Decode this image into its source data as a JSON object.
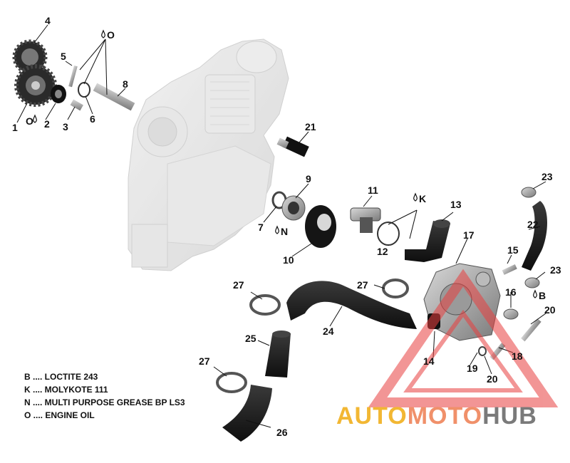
{
  "callouts": {
    "c1": "1",
    "c2": "2",
    "c3": "3",
    "c4": "4",
    "c5": "5",
    "c6": "6",
    "c7": "7",
    "c8": "8",
    "c9": "9",
    "c10": "10",
    "c11": "11",
    "c12": "12",
    "c13": "13",
    "c14": "14",
    "c15": "15",
    "c16": "16",
    "c17": "17",
    "c18": "18",
    "c19": "19",
    "c20a": "20",
    "c20b": "20",
    "c21": "21",
    "c22": "22",
    "c23a": "23",
    "c23b": "23",
    "c24": "24",
    "c25": "25",
    "c26": "26",
    "c27a": "27",
    "c27b": "27",
    "c27c": "27"
  },
  "codes": {
    "o1": "O",
    "o2": "O",
    "k": "K",
    "n": "N",
    "b": "B"
  },
  "legend": [
    "B .... LOCTITE 243",
    "K .... MOLYKOTE 111",
    "N .... MULTI PURPOSE GREASE BP LS3",
    "O .... ENGINE OIL"
  ],
  "watermark": {
    "part1": "AUTO",
    "part2": "MOTO",
    "part3": "HUB"
  },
  "colors": {
    "parts": "#1e1e1e",
    "engine_ghost": "#dcdcdc",
    "watermark_red": "#e84040",
    "watermark_gold": "#f2b733"
  }
}
